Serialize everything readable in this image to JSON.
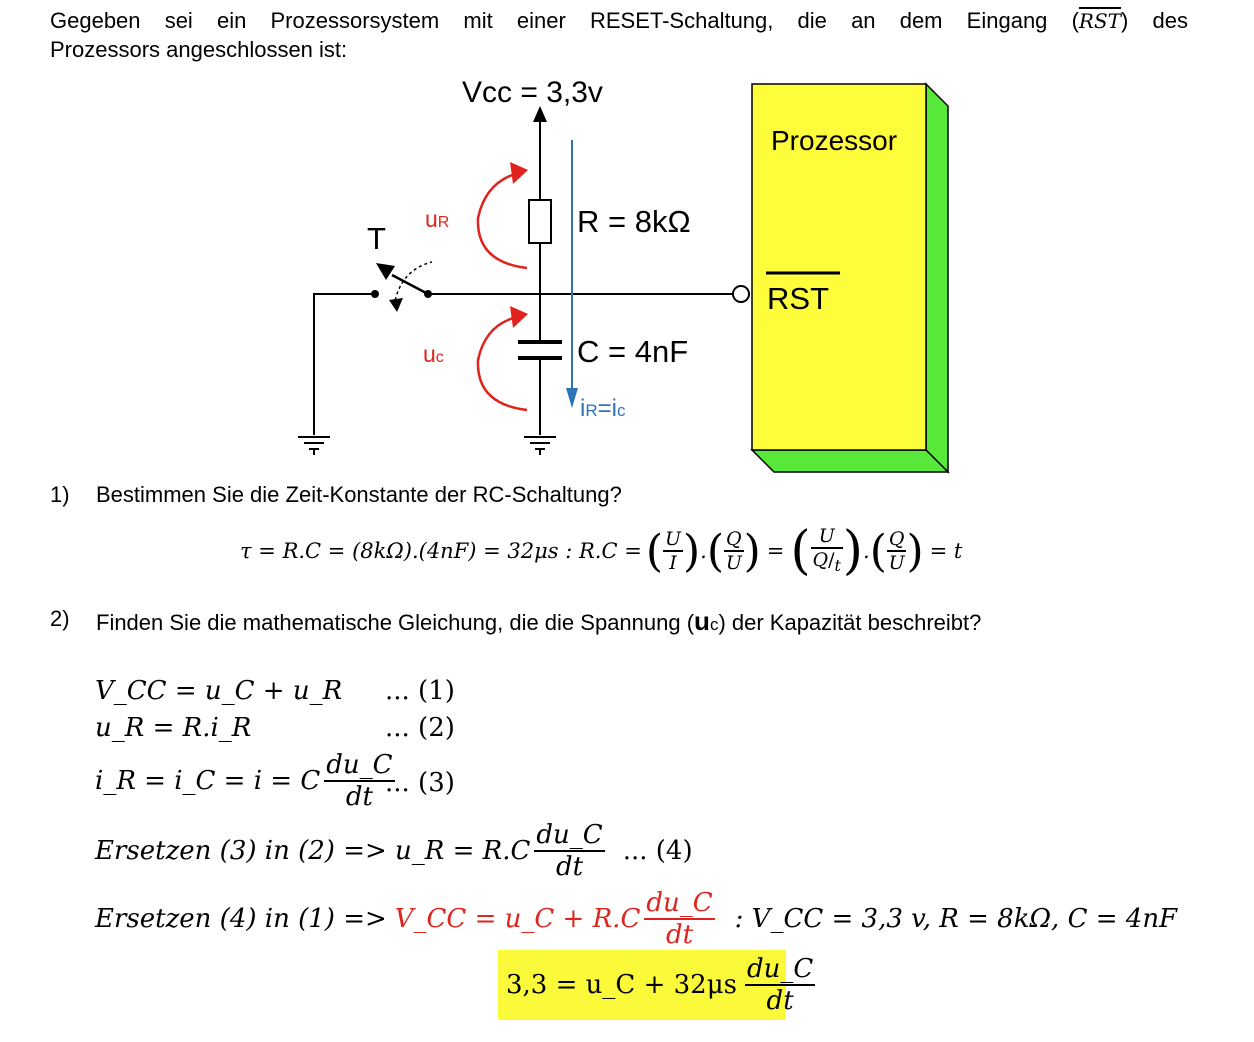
{
  "intro": {
    "line1": "Gegeben sei ein Prozessorsystem mit einer RESET-Schaltung, die an dem Eingang (",
    "rst_symbol": "RST",
    "line1_end": ") des",
    "line2": "Prozessors angeschlossen ist:"
  },
  "circuit": {
    "vcc": "Vcc = 3,3v",
    "resistor": "R = 8kΩ",
    "capacitor": "C = 4nF",
    "switch": "T",
    "ur_main": "u",
    "ur_sub": "R",
    "uc_main": "u",
    "uc_sub": "c",
    "current_main": "i",
    "current_sub1": "R",
    "current_eq": "=i",
    "current_sub2": "c",
    "processor": "Prozessor",
    "rst_pin": "RST",
    "colors": {
      "voltage_arrows": "#e0231c",
      "current": "#2d74b8",
      "processor_front": "#fdfd3c",
      "processor_side": "#58e83a"
    }
  },
  "q1": {
    "num": "1)",
    "text": "Bestimmen Sie die Zeit-Konstante der RC-Schaltung?",
    "formula_a": "τ = R.C = (8kΩ).(4nF) = 32μs :  R.C =",
    "formula_eq1": "=",
    "formula_eq2": "= t",
    "f1_n": "U",
    "f1_d": "I",
    "f2_n": "Q",
    "f2_d": "U",
    "f3_n": "U",
    "f3_d_main": "Q",
    "f3_d_sub": "t",
    "f4_n": "Q",
    "f4_d": "U"
  },
  "q2": {
    "num": "2)",
    "text_a": "Finden Sie die mathematische Gleichung, die die Spannung (",
    "text_u": "u",
    "text_c": "c",
    "text_b": ") der Kapazität beschreibt?"
  },
  "equations": {
    "e1": "V_CC = u_C + u_R",
    "e1_ref": "... (1)",
    "e2": "u_R = R.i_R",
    "e2_ref": "... (2)",
    "e3_lhs": "i_R = i_C = i = C",
    "e3_ref": "... (3)",
    "e4_lhs": "Ersetzen (3) in (2) => u_R = R.C",
    "e4_ref": "... (4)",
    "e5_lhs": "Ersetzen (4) in (1) =>",
    "e5_red": "V_CC = u_C + R.C",
    "e5_params": ":   V_CC = 3,3 v, R = 8kΩ, C = 4nF",
    "frac_num": "du_C",
    "frac_den": "dt",
    "result_lhs": "3,3 = u_C + 32μs",
    "highlight_color": "#fbfa3a"
  }
}
